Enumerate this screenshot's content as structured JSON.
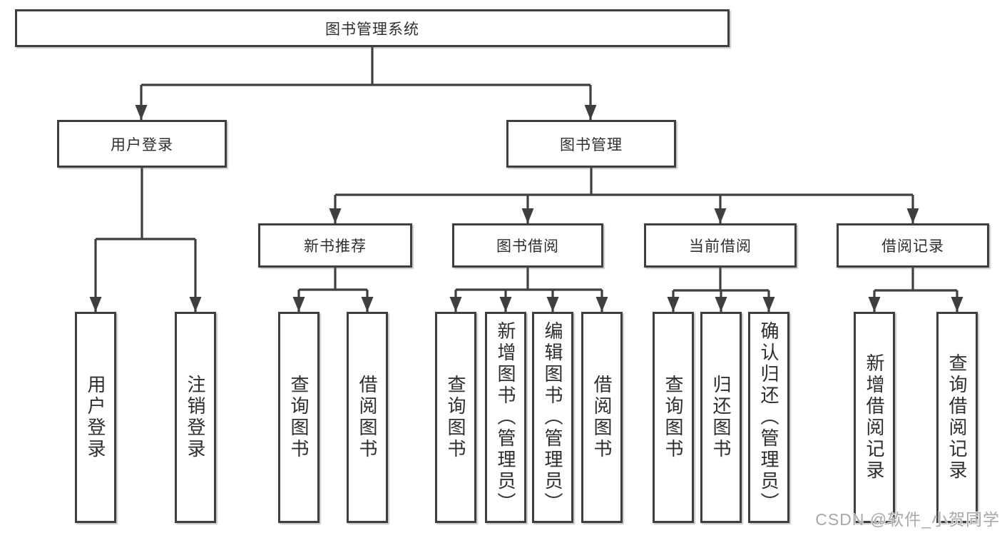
{
  "diagram": {
    "type": "tree-diagram",
    "tree": {
      "root": {
        "label": "图书管理系统"
      },
      "branches": [
        {
          "label": "用户登录",
          "children": [
            {
              "label": "用户登录"
            },
            {
              "label": "注销登录"
            }
          ]
        },
        {
          "label": "图书管理",
          "children": [
            {
              "label": "新书推荐",
              "children": [
                {
                  "label": "查询图书"
                },
                {
                  "label": "借阅图书"
                }
              ]
            },
            {
              "label": "图书借阅",
              "children": [
                {
                  "label": "查询图书"
                },
                {
                  "label": "新增图书（管理员）"
                },
                {
                  "label": "编辑图书（管理员）"
                },
                {
                  "label": "借阅图书"
                }
              ]
            },
            {
              "label": "当前借阅",
              "children": [
                {
                  "label": "查询图书"
                },
                {
                  "label": "归还图书"
                },
                {
                  "label": "确认归还（管理员）"
                }
              ]
            },
            {
              "label": "借阅记录",
              "children": [
                {
                  "label": "新增借阅记录"
                },
                {
                  "label": "查询借阅记录"
                }
              ]
            }
          ]
        }
      ]
    },
    "colors": {
      "border": "#3f3f3f",
      "line": "#3f3f3f",
      "text": "#2e2e2e",
      "background": "#ffffff",
      "watermark_text": "#a8a8a8"
    }
  },
  "watermark": {
    "text": "CSDN @软件_小贺同学"
  }
}
